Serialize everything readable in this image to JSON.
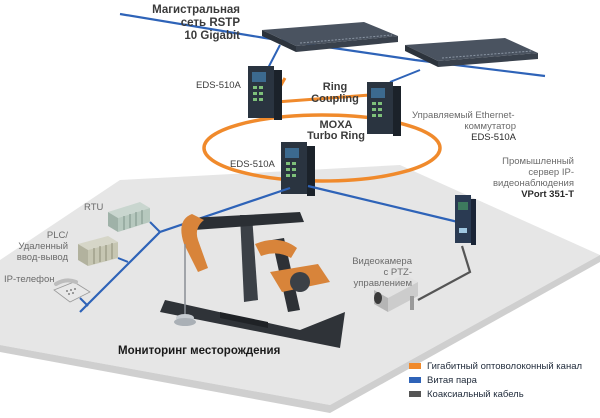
{
  "labels": {
    "backbone_l1": "Магистральная",
    "backbone_l2": "сеть RSTP",
    "backbone_l3": "10 Gigabit",
    "switch_a": "EDS-510A",
    "ring_coupling_l1": "Ring",
    "ring_coupling_l2": "Coupling",
    "turbo_l1": "MOXA",
    "turbo_l2": "Turbo Ring",
    "managed_l1": "Управляемый Ethernet-",
    "managed_l2": "коммутатор",
    "managed_l3": "EDS-510A",
    "switch_b": "EDS-510A",
    "video_srv_l1": "Промышленный",
    "video_srv_l2": "сервер IP-",
    "video_srv_l3": "видеонаблюдения",
    "video_srv_l4": "VPort 351-T",
    "rtu": "RTU",
    "plc_l1": "PLC/",
    "plc_l2": "Удаленный",
    "plc_l3": "ввод-вывод",
    "ip_phone": "IP-телефон",
    "camera_l1": "Видеокамера",
    "camera_l2": "с PTZ-",
    "camera_l3": "управлением",
    "field_title": "Мониторинг месторождения"
  },
  "legend": [
    {
      "label": "Гигабитный оптоволоконный канал",
      "color": "#f08a2c"
    },
    {
      "label": "Витая пара",
      "color": "#2e63b8"
    },
    {
      "label": "Коаксиальный кабель",
      "color": "#555555"
    }
  ],
  "colors": {
    "fiber": "#f08a2c",
    "twisted_pair": "#2e63b8",
    "coax": "#555555",
    "floor": "#e6e6e6",
    "device_dark": "#2a3440",
    "pump_orange": "#d8843a"
  }
}
